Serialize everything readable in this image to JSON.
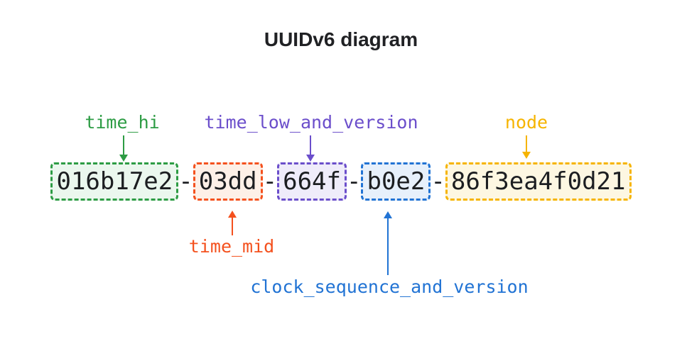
{
  "title": "UUIDv6 diagram",
  "uuid": {
    "full_value": "016b17e2-03dd-664f-b0e2-86f3ea4f0d21",
    "separator": "-",
    "text_color": "#1c1e21",
    "segments": [
      {
        "name": "time_hi",
        "value": "016b17e2",
        "label": "time_hi",
        "label_side": "top",
        "color": "#2d9c44",
        "bg": "#ebf7ee"
      },
      {
        "name": "time_mid",
        "value": "03dd",
        "label": "time_mid",
        "label_side": "bottom",
        "color": "#f4511e",
        "bg": "#fdf0e7"
      },
      {
        "name": "time_low_and_version",
        "value": "664f",
        "label": "time_low_and_version",
        "label_side": "top",
        "color": "#6b4ecb",
        "bg": "#efecfa"
      },
      {
        "name": "clock_sequence_and_version",
        "value": "b0e2",
        "label": "clock_sequence_and_version",
        "label_side": "bottom",
        "color": "#2173d4",
        "bg": "#e7f0fb"
      },
      {
        "name": "node",
        "value": "86f3ea4f0d21",
        "label": "node",
        "label_side": "top",
        "color": "#f6b400",
        "bg": "#fdf7e2"
      }
    ]
  }
}
